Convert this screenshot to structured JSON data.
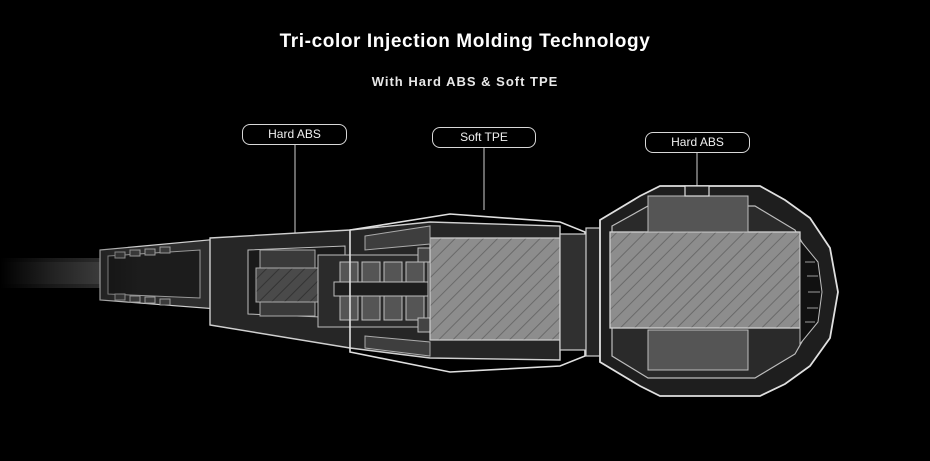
{
  "header": {
    "title": "Tri-color Injection Molding Technology",
    "subtitle": "With Hard ABS & Soft TPE"
  },
  "callouts": [
    {
      "label": "Hard ABS"
    },
    {
      "label": "Soft TPE"
    },
    {
      "label": "Hard ABS"
    }
  ],
  "colors": {
    "background": "#000000",
    "outline": "#cfcfcf",
    "fill_dark": "#2a2a2a",
    "fill_mid": "#5a5a5a",
    "fill_light": "#8a8a8a"
  }
}
